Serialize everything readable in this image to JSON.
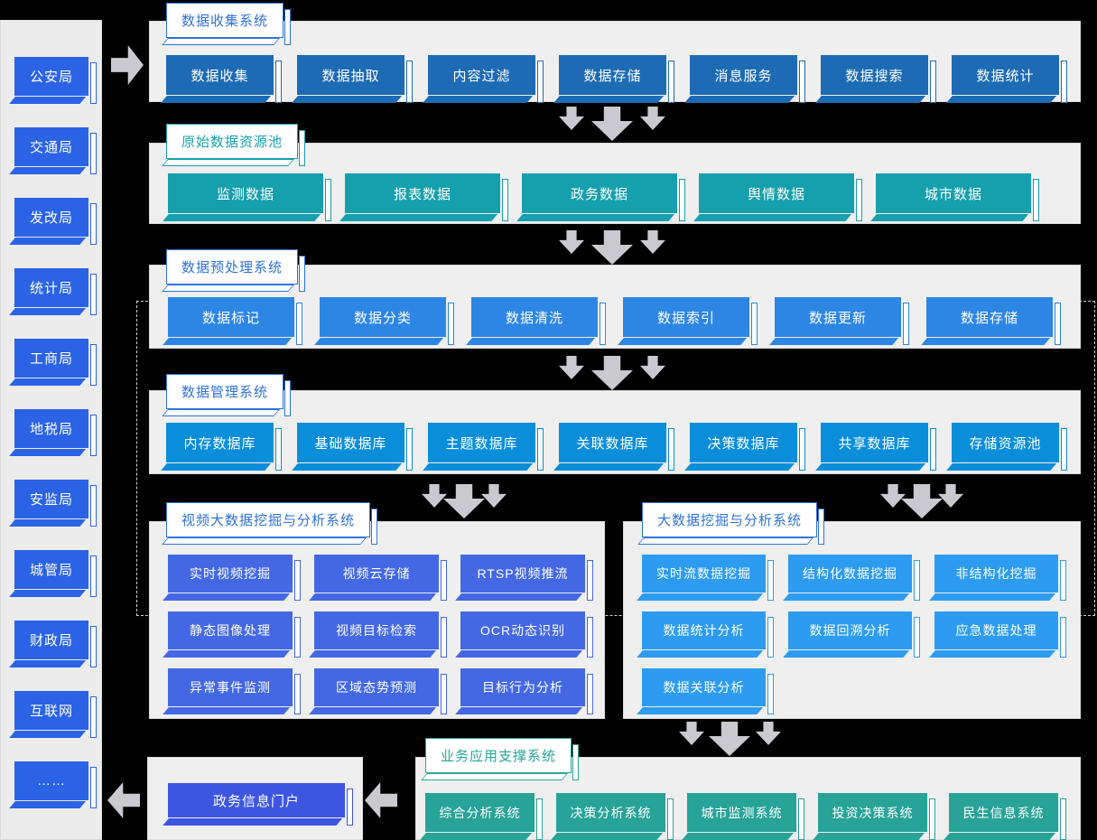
{
  "colors": {
    "background": "#000000",
    "panel": "#efefef",
    "arrow": "#c9c9cf",
    "sidebar_box": "#2b63e6",
    "collection_box": "#1d6bb4",
    "raw_pool_box": "#169fac",
    "preprocess_box": "#2d86e4",
    "management_box": "#0a8ed9",
    "video_box": "#4468e4",
    "bigdata_box": "#2d9cf0",
    "business_box": "#27a398",
    "portal_box": "#3d56e2",
    "title_blue": "#2f72d9",
    "title_teal": "#17a0ad",
    "title_green": "#28a69a"
  },
  "sidebar": {
    "items": [
      "公安局",
      "交通局",
      "发改局",
      "统计局",
      "工商局",
      "地税局",
      "安监局",
      "城管局",
      "财政局",
      "互联网",
      "……"
    ]
  },
  "sections": {
    "collection": {
      "title": "数据收集系统",
      "items": [
        "数据收集",
        "数据抽取",
        "内容过滤",
        "数据存储",
        "消息服务",
        "数据搜索",
        "数据统计"
      ]
    },
    "raw_pool": {
      "title": "原始数据资源池",
      "items": [
        "监测数据",
        "报表数据",
        "政务数据",
        "舆情数据",
        "城市数据"
      ]
    },
    "preprocess": {
      "title": "数据预处理系统",
      "items": [
        "数据标记",
        "数据分类",
        "数据清洗",
        "数据索引",
        "数据更新",
        "数据存储"
      ]
    },
    "management": {
      "title": "数据管理系统",
      "items": [
        "内存数据库",
        "基础数据库",
        "主题数据库",
        "关联数据库",
        "决策数据库",
        "共享数据库",
        "存储资源池"
      ]
    },
    "video_mining": {
      "title": "视频大数据挖掘与分析系统",
      "items": [
        "实时视频挖掘",
        "视频云存储",
        "RTSP视频推流",
        "静态图像处理",
        "视频目标检索",
        "OCR动态识别",
        "异常事件监测",
        "区域态势预测",
        "目标行为分析"
      ]
    },
    "bigdata_mining": {
      "title": "大数据挖掘与分析系统",
      "items": [
        "实时流数据挖掘",
        "结构化数据挖掘",
        "非结构化挖掘",
        "数据统计分析",
        "数据回溯分析",
        "应急数据处理",
        "数据关联分析"
      ]
    },
    "business_support": {
      "title": "业务应用支撑系统",
      "items": [
        "综合分析系统",
        "决策分析系统",
        "城市监测系统",
        "投资决策系统",
        "民生信息系统"
      ]
    },
    "portal": {
      "label": "政务信息门户"
    }
  }
}
